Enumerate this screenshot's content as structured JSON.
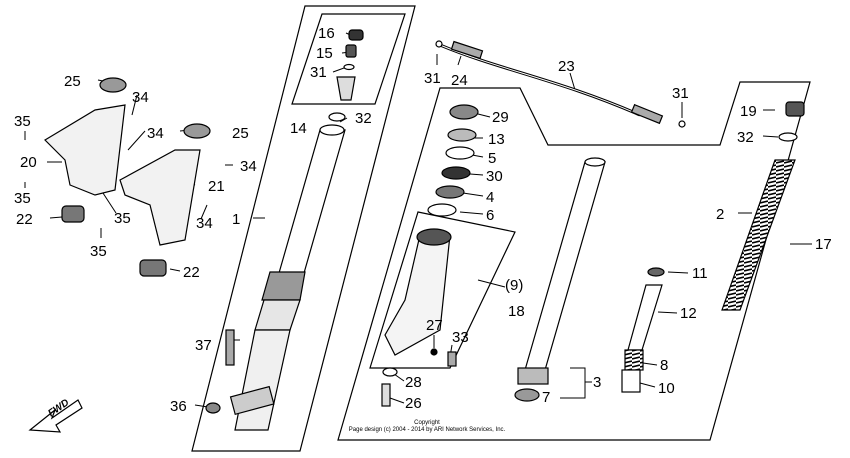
{
  "callouts": [
    {
      "id": "c16",
      "label": "16"
    },
    {
      "id": "c15",
      "label": "15"
    },
    {
      "id": "c31a",
      "label": "31"
    },
    {
      "id": "c32a",
      "label": "32"
    },
    {
      "id": "c14",
      "label": "14"
    },
    {
      "id": "c1",
      "label": "1"
    },
    {
      "id": "c25a",
      "label": "25"
    },
    {
      "id": "c34a",
      "label": "34"
    },
    {
      "id": "c35a",
      "label": "35"
    },
    {
      "id": "c34b",
      "label": "34"
    },
    {
      "id": "c25b",
      "label": "25"
    },
    {
      "id": "c20",
      "label": "20"
    },
    {
      "id": "c34c",
      "label": "34"
    },
    {
      "id": "c21",
      "label": "21"
    },
    {
      "id": "c35b",
      "label": "35"
    },
    {
      "id": "c22a",
      "label": "22"
    },
    {
      "id": "c35c",
      "label": "35"
    },
    {
      "id": "c34d",
      "label": "34"
    },
    {
      "id": "c35d",
      "label": "35"
    },
    {
      "id": "c22b",
      "label": "22"
    },
    {
      "id": "c37",
      "label": "37"
    },
    {
      "id": "c36",
      "label": "36"
    },
    {
      "id": "c31b",
      "label": "31"
    },
    {
      "id": "c24",
      "label": "24"
    },
    {
      "id": "c23",
      "label": "23"
    },
    {
      "id": "c31c",
      "label": "31"
    },
    {
      "id": "c29",
      "label": "29"
    },
    {
      "id": "c13",
      "label": "13"
    },
    {
      "id": "c5",
      "label": "5"
    },
    {
      "id": "c30",
      "label": "30"
    },
    {
      "id": "c4",
      "label": "4"
    },
    {
      "id": "c6",
      "label": "6"
    },
    {
      "id": "c9",
      "label": "(9)"
    },
    {
      "id": "c18",
      "label": "18"
    },
    {
      "id": "c27",
      "label": "27"
    },
    {
      "id": "c33",
      "label": "33"
    },
    {
      "id": "c28",
      "label": "28"
    },
    {
      "id": "c26",
      "label": "26"
    },
    {
      "id": "c3",
      "label": "3"
    },
    {
      "id": "c7",
      "label": "7"
    },
    {
      "id": "c19",
      "label": "19"
    },
    {
      "id": "c32b",
      "label": "32"
    },
    {
      "id": "c2",
      "label": "2"
    },
    {
      "id": "c17",
      "label": "17"
    },
    {
      "id": "c11",
      "label": "11"
    },
    {
      "id": "c12",
      "label": "12"
    },
    {
      "id": "c8",
      "label": "8"
    },
    {
      "id": "c10",
      "label": "10"
    }
  ],
  "fwd_label": "FWD",
  "copyright": {
    "line1": "Copyright",
    "line2": "Page design (c) 2004 - 2014 by ARI Network Services, Inc."
  }
}
